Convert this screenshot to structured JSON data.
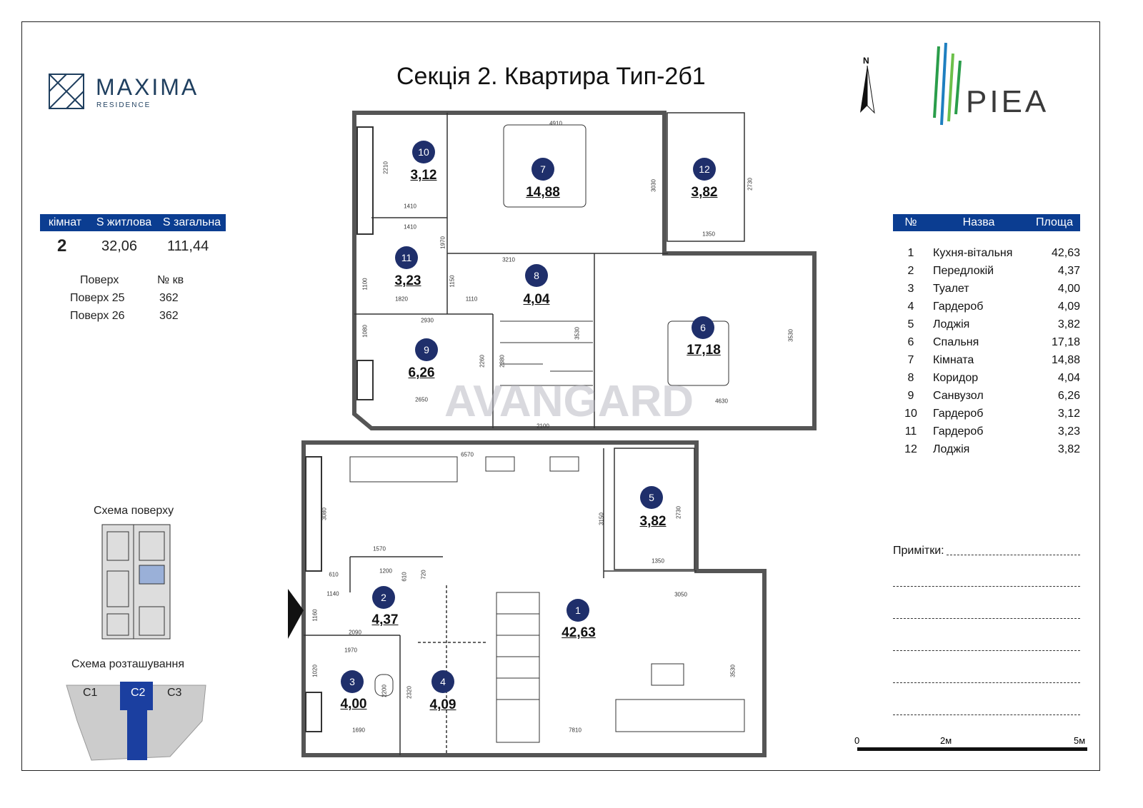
{
  "title": "Секція 2. Квартира Тип-2б1",
  "brand_left": {
    "name": "MAXIMA",
    "sub": "RESIDENCE"
  },
  "brand_right": {
    "name": "PIEA"
  },
  "north": "N",
  "summary": {
    "headers": [
      "кімнат",
      "S житлова",
      "S загальна"
    ],
    "rooms": "2",
    "living": "32,06",
    "total": "111,44"
  },
  "floors": {
    "headers": [
      "Поверх",
      "№ кв"
    ],
    "rows": [
      [
        "Поверх 25",
        "362"
      ],
      [
        "Поверх 26",
        "362"
      ]
    ]
  },
  "floor_scheme_label": "Схема поверху",
  "location_scheme_label": "Схема розташування",
  "sections": [
    "C1",
    "C2",
    "C3"
  ],
  "watermark": "AVANGARD",
  "room_table": {
    "headers": [
      "№",
      "Назва",
      "Площа"
    ],
    "rows": [
      [
        "1",
        "Кухня-вітальня",
        "42,63"
      ],
      [
        "2",
        "Передлокій",
        "4,37"
      ],
      [
        "3",
        "Туалет",
        "4,00"
      ],
      [
        "4",
        "Гардероб",
        "4,09"
      ],
      [
        "5",
        "Лоджія",
        "3,82"
      ],
      [
        "6",
        "Спальня",
        "17,18"
      ],
      [
        "7",
        "Кімната",
        "14,88"
      ],
      [
        "8",
        "Коридор",
        "4,04"
      ],
      [
        "9",
        "Санвузол",
        "6,26"
      ],
      [
        "10",
        "Гардероб",
        "3,12"
      ],
      [
        "11",
        "Гардероб",
        "3,23"
      ],
      [
        "12",
        "Лоджія",
        "3,82"
      ]
    ]
  },
  "notes_label": "Примітки:",
  "scale": {
    "labels": [
      "0",
      "2м",
      "5м"
    ]
  },
  "rooms": [
    {
      "n": "10",
      "area": "3,12"
    },
    {
      "n": "7",
      "area": "14,88"
    },
    {
      "n": "12",
      "area": "3,82"
    },
    {
      "n": "11",
      "area": "3,23"
    },
    {
      "n": "8",
      "area": "4,04"
    },
    {
      "n": "6",
      "area": "17,18"
    },
    {
      "n": "9",
      "area": "6,26"
    },
    {
      "n": "5",
      "area": "3,82"
    },
    {
      "n": "2",
      "area": "4,37"
    },
    {
      "n": "1",
      "area": "42,63"
    },
    {
      "n": "3",
      "area": "4,00"
    },
    {
      "n": "4",
      "area": "4,09"
    }
  ],
  "dims": [
    "4910",
    "2210",
    "3030",
    "2730",
    "1410",
    "1350",
    "1410",
    "1970",
    "3210",
    "1100",
    "1150",
    "1820",
    "1110",
    "2930",
    "3530",
    "3530",
    "1080",
    "2260",
    "2380",
    "2650",
    "2100",
    "4630",
    "6570",
    "3080",
    "3150",
    "2730",
    "1570",
    "1200",
    "720",
    "610",
    "610",
    "1350",
    "1140",
    "3050",
    "1160",
    "2090",
    "1970",
    "1020",
    "2320",
    "2200",
    "3530",
    "1690",
    "7810"
  ]
}
